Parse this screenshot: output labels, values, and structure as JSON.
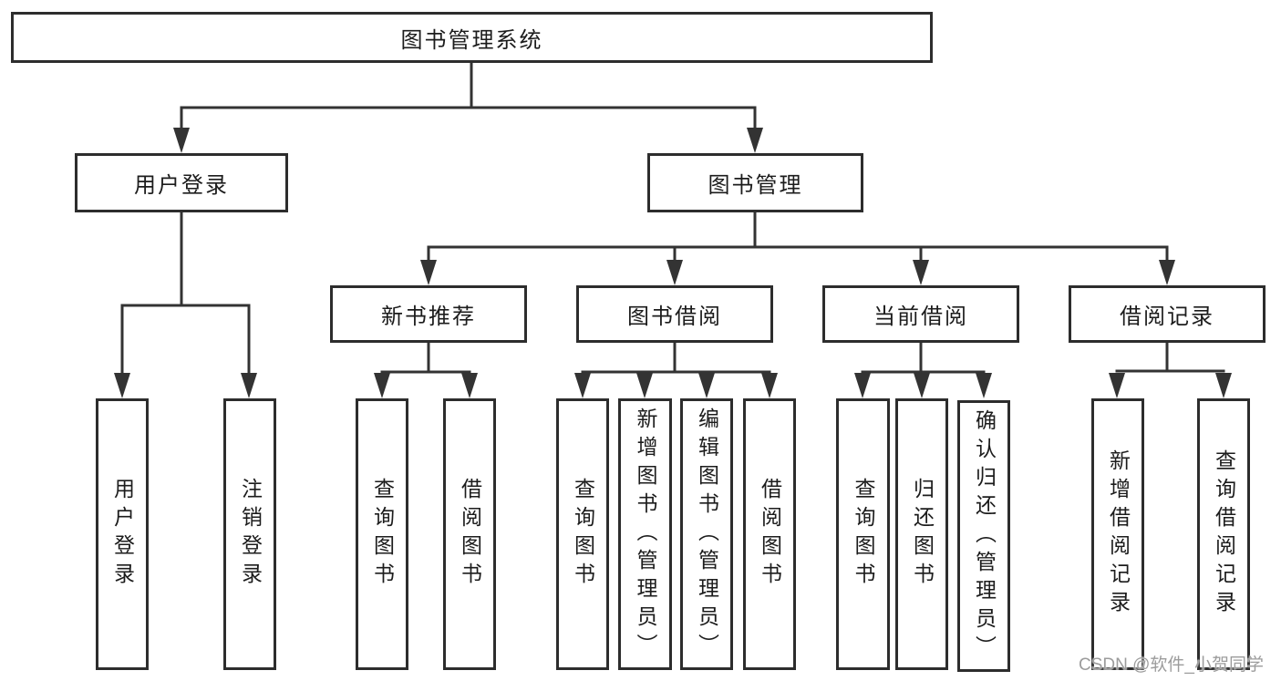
{
  "tree": {
    "label": "图书管理系统",
    "children": [
      {
        "label": "用户登录",
        "children": [
          {
            "label": "用户登录"
          },
          {
            "label": "注销登录"
          }
        ]
      },
      {
        "label": "图书管理",
        "children": [
          {
            "label": "新书推荐",
            "children": [
              {
                "label": "查询图书"
              },
              {
                "label": "借阅图书"
              }
            ]
          },
          {
            "label": "图书借阅",
            "children": [
              {
                "label": "查询图书"
              },
              {
                "label": "新增图书（管理员）"
              },
              {
                "label": "编辑图书（管理员）"
              },
              {
                "label": "借阅图书"
              }
            ]
          },
          {
            "label": "当前借阅",
            "children": [
              {
                "label": "查询图书"
              },
              {
                "label": "归还图书"
              },
              {
                "label": "确认归还（管理员）"
              }
            ]
          },
          {
            "label": "借阅记录",
            "children": [
              {
                "label": "新增借阅记录"
              },
              {
                "label": "查询借阅记录"
              }
            ]
          }
        ]
      }
    ]
  },
  "watermark": {
    "text": "CSDN @软件_小贺同学"
  },
  "colors": {
    "line": "#333333",
    "border": "#2d2d2d",
    "text": "#1c1c1c",
    "bg": "#ffffff",
    "watermark": "#9c9c9c"
  }
}
